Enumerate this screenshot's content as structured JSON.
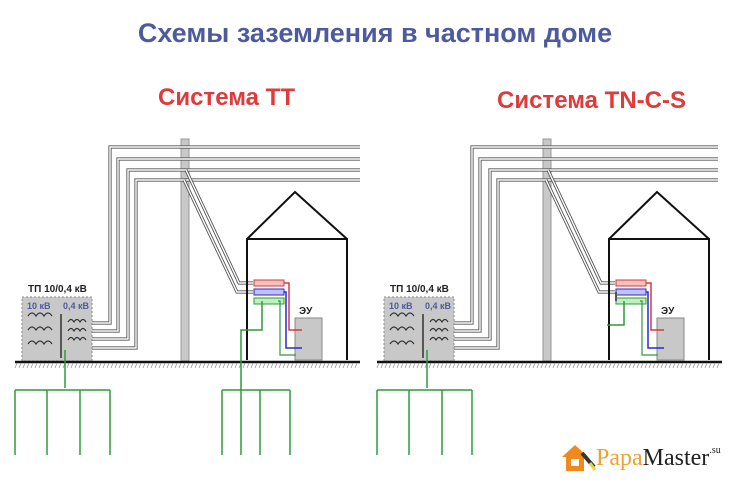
{
  "title": "Схемы заземления в частном доме",
  "systems": [
    {
      "name": "Система ТТ",
      "substation": "ТП 10/0,4 кВ",
      "hv": "10 кВ",
      "lv": "0,4 кВ",
      "load": "ЭУ",
      "house_ground": true
    },
    {
      "name": "Система TN-C-S",
      "substation": "ТП 10/0,4 кВ",
      "hv": "10 кВ",
      "lv": "0,4 кВ",
      "load": "ЭУ",
      "house_ground": false
    }
  ],
  "colors": {
    "title": "#4d5a9e",
    "system_title": "#e03a3a",
    "phase": "#d23b3b",
    "neutral": "#2a2ad0",
    "pe": "#2f9a3a",
    "box": "#c8c8c8"
  },
  "logo": {
    "brand_a": "Papa",
    "brand_b": "Master",
    "tld": ".su"
  }
}
